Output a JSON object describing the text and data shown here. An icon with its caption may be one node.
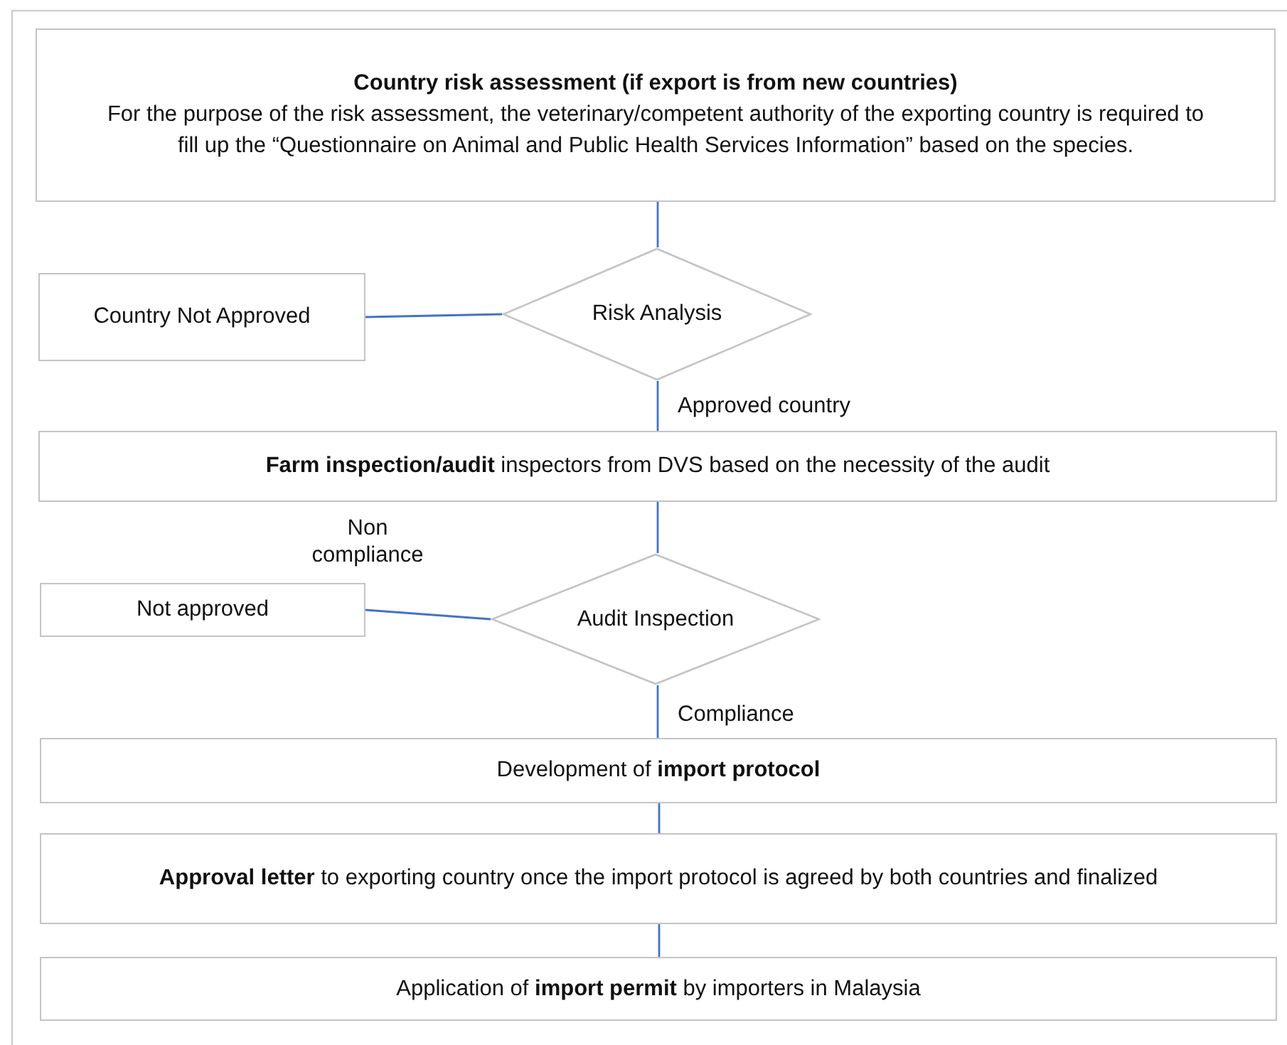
{
  "diagram": {
    "nodes": [
      {
        "text": [
          "Country risk assessment (if export is from new countries)",
          "For the purpose of the risk assessment, the veterinary/competent authority of the exporting country is required to fill up the “Questionnaire on Animal and Public Health Services Information” based on the species."
        ]
      },
      {
        "text": [
          "Country Not Approved"
        ]
      },
      {
        "text": [
          "Risk Analysis"
        ]
      },
      {
        "text": [
          "**Farm inspection/audit** inspectors from DVS based on the necessity of the audit"
        ]
      },
      {
        "text": [
          "Not approved"
        ]
      },
      {
        "text": [
          "Audit Inspection"
        ]
      },
      {
        "text": [
          "Development of **import protocol**"
        ]
      },
      {
        "text": [
          "**Approval letter** to exporting country once the import protocol is agreed by both countries and finalized"
        ]
      },
      {
        "text": [
          "Application of **import permit** by importers in Malaysia"
        ]
      }
    ],
    "edges": [
      {
        "from": 0,
        "to": 2,
        "arrow": "none"
      },
      {
        "from": 2,
        "to": 1,
        "arrow": "none"
      },
      {
        "from": 2,
        "to": 3,
        "arrow": "none",
        "label": "Approved country"
      },
      {
        "from": 3,
        "to": 5,
        "arrow": "none"
      },
      {
        "from": 5,
        "to": 4,
        "arrow": "none",
        "label": "Non compliance"
      },
      {
        "from": 5,
        "to": 6,
        "arrow": "none",
        "label": "Compliance"
      },
      {
        "from": 6,
        "to": 7,
        "arrow": "none"
      },
      {
        "from": 7,
        "to": 8,
        "arrow": "none"
      }
    ]
  }
}
